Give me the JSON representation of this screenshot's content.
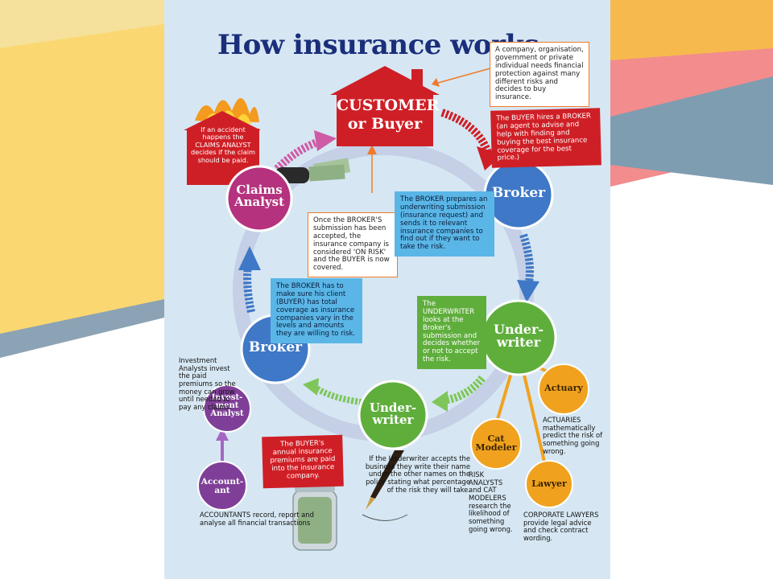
{
  "title": "How insurance works",
  "nodes": {
    "customer_line1": "CUSTOMER",
    "customer_line2": "or Buyer",
    "broker_right": "Broker",
    "broker_left": "Broker",
    "claims_line1": "Claims",
    "claims_line2": "Analyst",
    "uw_right_line1": "Under-",
    "uw_right_line2": "writer",
    "uw_bottom_line1": "Under-",
    "uw_bottom_line2": "writer",
    "actuary": "Actuary",
    "cat_line1": "Cat",
    "cat_line2": "Modeler",
    "lawyer": "Lawyer",
    "invest_line1": "Invest-",
    "invest_line2": "ment",
    "invest_line3": "Analyst",
    "accountant_line1": "Account-",
    "accountant_line2": "ant"
  },
  "notes": {
    "customer": "A company, organisation, government or private individual needs financial protection against many different risks and decides to buy insurance.",
    "buyer_hires": "The BUYER hires a BROKER (an agent to advise and help with finding and buying the best insurance coverage for the best price.)",
    "claims": "If an accident happens the CLAIMS ANALYST decides if the claim should be paid.",
    "on_risk": "Once the BROKER'S submission has been accepted, the insurance company is considered 'ON RISK' and the BUYER is now covered.",
    "broker_prepares": "The BROKER prepares an underwriting submission (insurance request) and sends it to relevant insurance companies to find out if they want to take the risk.",
    "broker_coverage": "The BROKER has to make sure his client (BUYER) has total coverage as insurance companies vary in the levels and amounts they are willing to risk.",
    "underwriter_looks": "The UNDERWRITER looks at the Broker's submission and decides whether or not to accept the risk.",
    "investment": "Investment Analysts invest the paid premiums so the money can grow until needed to pay any claims.",
    "premiums": "The BUYER's annual insurance premiums are paid into the insurance company.",
    "underwriter_accepts": "If the Underwriter accepts the business they write their name under the other names on the policy stating what percentage of the risk they will take.",
    "actuaries": "ACTUARIES mathematically predict the risk of something going wrong.",
    "risk_analysts": "RISK ANALYSTS and CAT MODELERS research the likelihood of something going wrong.",
    "lawyers": "CORPORATE LAWYERS provide legal advice and check contract wording.",
    "accountants": "ACCOUNTANTS record, report and analyse all financial transactions"
  },
  "colors": {
    "red": "#cf1f26",
    "blue": "#3f78c6",
    "green": "#5fae3c",
    "magenta": "#b5327e",
    "purple": "#7f3f98",
    "orange": "#f0a21f",
    "navy": "#1a2e7a"
  }
}
